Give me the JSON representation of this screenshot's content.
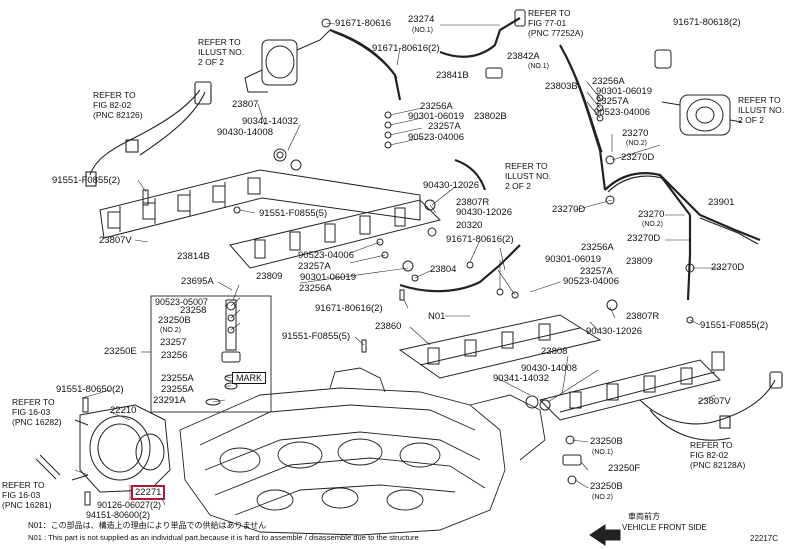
{
  "diagram_code": "22217C",
  "refs": {
    "fig_77_01": [
      "REFER TO",
      "FIG 77-01",
      "(PNC 77252A)"
    ],
    "fig_82_02_top": [
      "REFER TO",
      "FIG 82-02",
      "(PNC 82126)"
    ],
    "illust_no2_a": [
      "REFER TO",
      "ILLUST NO.",
      "2 OF 2"
    ],
    "illust_no2_b": [
      "REFER TO",
      "ILLUST NO.",
      "2 OF 2"
    ],
    "illust_no1_mid": [
      "REFER TO",
      "ILLUST NO.",
      "2 OF 2"
    ],
    "fig_16_03_a": [
      "REFER TO",
      "FIG 16-03",
      "(PNC 16282)"
    ],
    "fig_16_03_b": [
      "REFER TO",
      "FIG 16-03",
      "(PNC 16281)"
    ],
    "fig_82_02_bot": [
      "REFER TO",
      "FIG 82-02",
      "(PNC 82128A)"
    ]
  },
  "parts": {
    "p91671_80616_a": "91671-80616",
    "p23274": "23274",
    "p23274_sub": "(NO.1)",
    "p91671_80616_b": "91671-80616(2)",
    "p23842A": "23842A",
    "p23842A_sub": "(NO.1)",
    "p91671_80618": "91671-80618(2)",
    "p23841B": "23841B",
    "p23803B": "23803B",
    "p23256A_r": "23256A",
    "p90301_06019_r": "90301-06019",
    "p23257A_r": "23257A",
    "p90523_04006_r": "90523-04006",
    "p23807": "23807",
    "p90341_14032_l": "90341-14032",
    "p90430_14008_l": "90430-14008",
    "p23256A_c": "23256A",
    "p90301_06019_c": "90301-06019",
    "p23802B": "23802B",
    "p23257A_c": "23257A",
    "p90523_04006_c": "90523-04006",
    "p23270_a": "23270",
    "p23270_a_sub": "(NO.2)",
    "p23270D_a": "23270D",
    "p91551_F0855_l": "91551-F0855(2)",
    "p90430_12026_a": "90430-12026",
    "p23807R_a": "23807R",
    "p90430_12026_b": "90430-12026",
    "p23270D_b": "23270D",
    "p23901": "23901",
    "p91551_F0855_5a": "91551-F0855(5)",
    "p20320": "20320",
    "p23270_b": "23270",
    "p23270_b_sub": "(NO.2)",
    "p23270D_c": "23270D",
    "p23807V_l": "23807V",
    "p91671_80616_c": "91671-80616(2)",
    "p23814B": "23814B",
    "p90523_04006_m": "90523-04006",
    "p23257A_m": "23257A",
    "p23256A_m2": "23256A",
    "p90301_06019_m2": "90301-06019",
    "p23809_r": "23809",
    "p23257A_m2": "23257A",
    "p90523_04006_m2": "90523-04006",
    "p23809_m": "23809",
    "p90301_06019_m": "90301-06019",
    "p23256A_m": "23256A",
    "p23804": "23804",
    "p23270D_d": "23270D",
    "p23695A": "23695A",
    "p90523_05007": "90523-05007",
    "p23258": "23258",
    "p23250B": "23250B",
    "p23250B_sub": "(NO.2)",
    "p23257": "23257",
    "p23256": "23256",
    "p23250E": "23250E",
    "p23255A_1": "23255A",
    "p23255A_2": "23255A",
    "p23291A": "23291A",
    "mark": "MARK",
    "p91671_80616_d": "91671-80616(2)",
    "p23807R_b": "23807R",
    "p91551_F0855_5b": "91551-F0855(5)",
    "p23860": "23860",
    "n01": "N01",
    "p90430_12026_c": "90430-12026",
    "p91551_F0855_r": "91551-F0855(2)",
    "p23808": "23808",
    "p90430_14008_r": "90430-14008",
    "p90341_14032_r": "90341-14032",
    "p91551_80650": "91551-80650(2)",
    "p22210": "22210",
    "p23807V_r": "23807V",
    "p23250B_b": "23250B",
    "p23250B_b_sub": "(NO.1)",
    "p23250F": "23250F",
    "p23250B_c": "23250B",
    "p23250B_c_sub": "(NO.2)",
    "p22271": "22271",
    "p90126_06027": "90126-06027(2)",
    "p94151_80600": "94151-80600(2)"
  },
  "footer": {
    "note_jp": "N01：この部品は、構造上の理由により単品での供給はありません",
    "note_en": "N01 : This part is not supplied as an individual part,because it is hard to assemble / disassemble due to the structure",
    "front_jp": "車両前方",
    "front_en": "VEHICLE FRONT SIDE"
  }
}
